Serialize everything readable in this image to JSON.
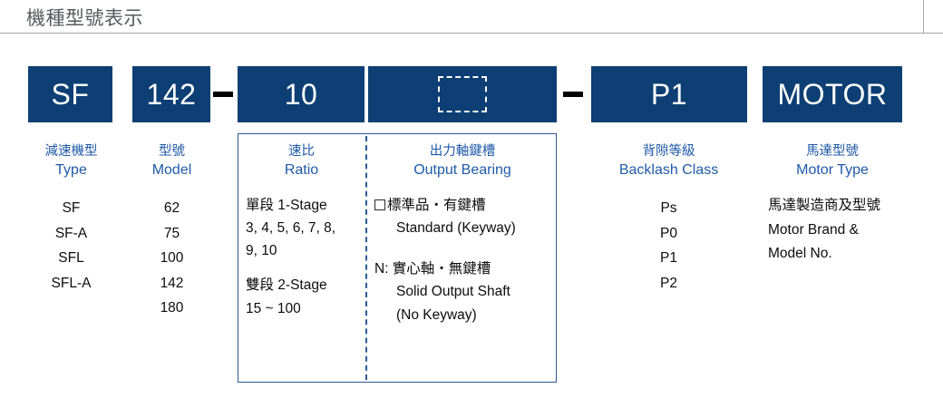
{
  "header": {
    "title": "機種型號表示"
  },
  "code_sequence": {
    "boxes": [
      {
        "id": "type",
        "label": "SF"
      },
      {
        "id": "model",
        "label": "142"
      },
      {
        "id": "ratio",
        "label": "10"
      },
      {
        "id": "output",
        "label": "",
        "empty_placeholder": true
      },
      {
        "id": "backlash",
        "label": "P1"
      },
      {
        "id": "motor",
        "label": "MOTOR"
      }
    ],
    "separators": [
      "—",
      "—"
    ],
    "box_color": "#0d3f74",
    "text_color": "#ffffff"
  },
  "columns": [
    {
      "id": "type",
      "title_cn": "減速機型",
      "title_en": "Type",
      "items": [
        "SF",
        "SF-A",
        "SFL",
        "SFL-A"
      ]
    },
    {
      "id": "model",
      "title_cn": "型號",
      "title_en": "Model",
      "items": [
        "62",
        "75",
        "100",
        "142",
        "180"
      ]
    },
    {
      "id": "ratio",
      "title_cn": "速比",
      "title_en": "Ratio",
      "lines": [
        "單段 1-Stage",
        "3, 4, 5, 6, 7, 8,",
        "9, 10",
        "雙段 2-Stage",
        "15 ~ 100"
      ]
    },
    {
      "id": "output",
      "title_cn": "出力軸鍵槽",
      "title_en": "Output Bearing",
      "lines": [
        "標準品・有鍵槽",
        "Standard (Keyway)",
        "N: 實心軸・無鍵槽",
        "Solid Output Shaft",
        "(No Keyway)"
      ]
    },
    {
      "id": "backlash",
      "title_cn": "背隙等級",
      "title_en": "Backlash Class",
      "items": [
        "Ps",
        "P0",
        "P1",
        "P2"
      ]
    },
    {
      "id": "motor",
      "title_cn": "馬達型號",
      "title_en": "Motor Type",
      "lines": [
        "馬達製造商及型號",
        "Motor Brand &",
        "Model No."
      ]
    }
  ],
  "colors": {
    "brand_navy": "#0d3f74",
    "border_blue": "#2e5a95",
    "heading_blue": "#1f5aa8",
    "rule_gray": "#a6a6a6",
    "title_gray": "#555a5e"
  }
}
